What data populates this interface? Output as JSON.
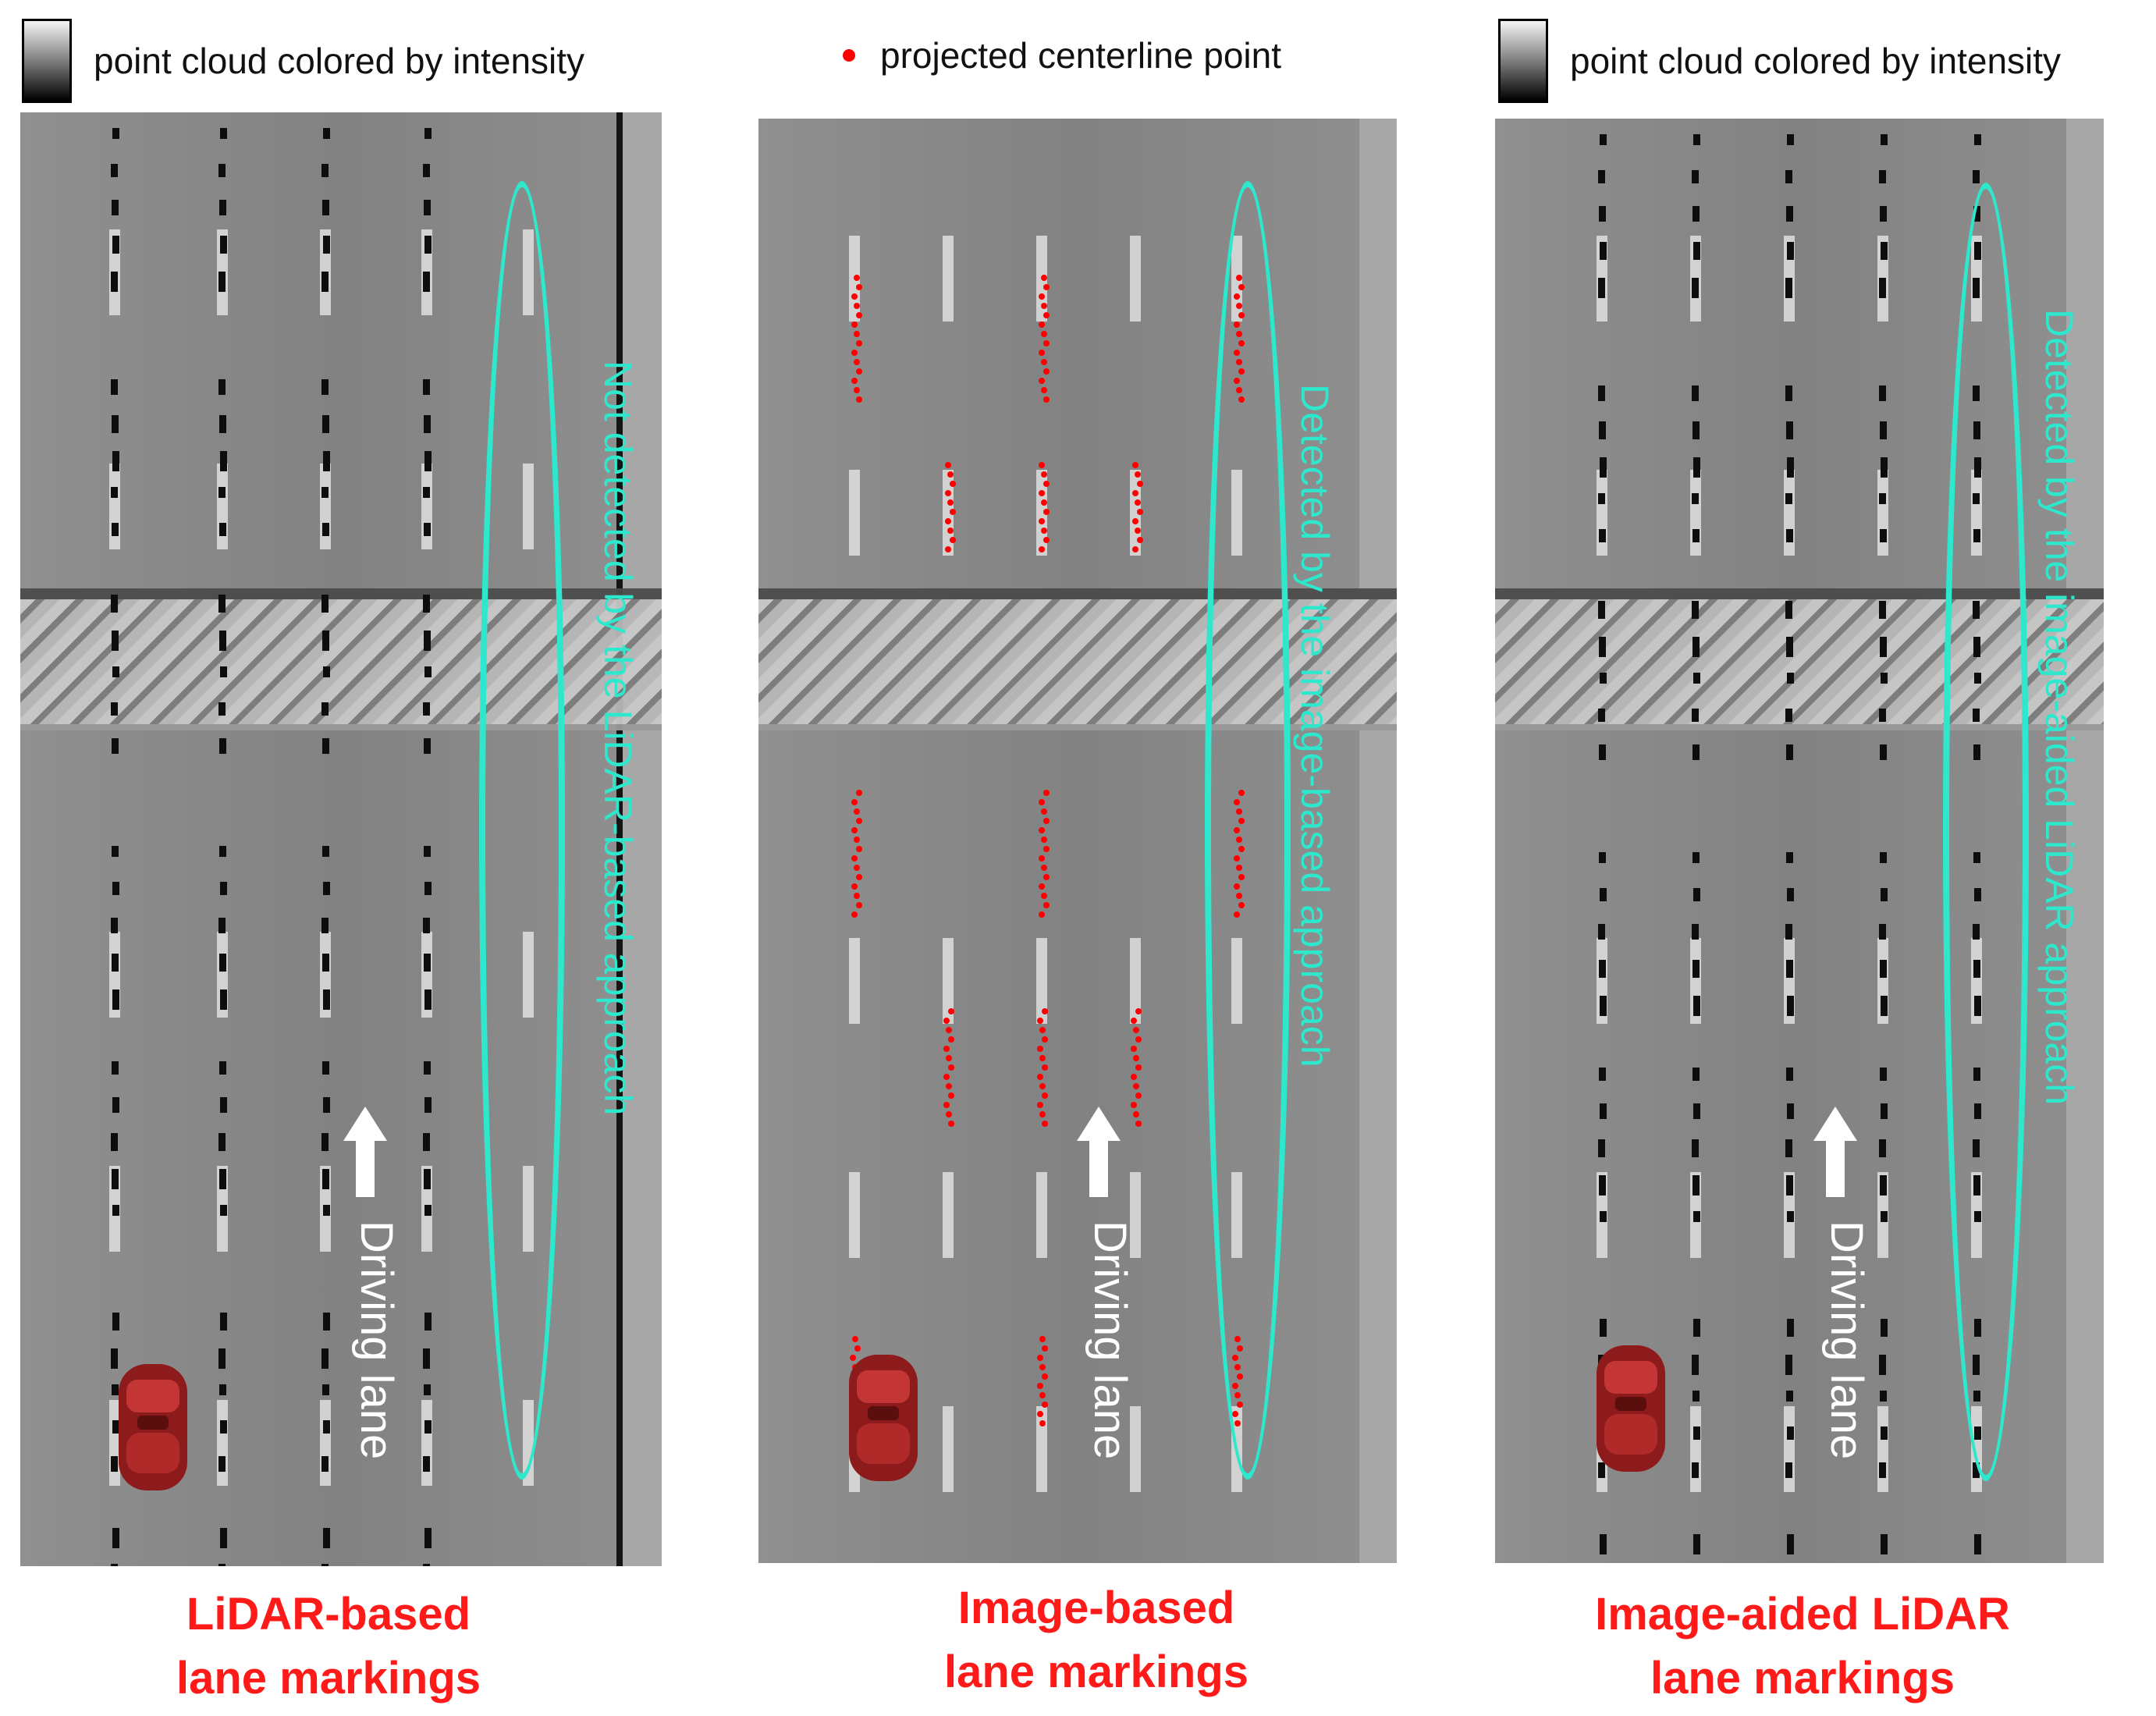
{
  "legends": {
    "left": "point cloud colored by intensity",
    "middle": "projected centerline point",
    "right": "point cloud colored by intensity"
  },
  "panels": [
    {
      "id": "lidar",
      "annotation": "Not detected by the LiDAR-based approach",
      "driving_label": "Driving lane",
      "caption_line1": "LiDAR-based",
      "caption_line2": "lane markings"
    },
    {
      "id": "image",
      "annotation": "Detected by the image-based approach",
      "driving_label": "Driving lane",
      "caption_line1": "Image-based",
      "caption_line2": "lane markings"
    },
    {
      "id": "aided",
      "annotation": "Detected by the image-aided LiDAR approach",
      "driving_label": "Driving lane",
      "caption_line1": "Image-aided  LiDAR",
      "caption_line2": "lane markings"
    }
  ],
  "colors": {
    "annotation": "#2de8cc",
    "caption": "#ff1a1a",
    "centerline_point": "#ff0000",
    "road": "#8a8a8a"
  }
}
